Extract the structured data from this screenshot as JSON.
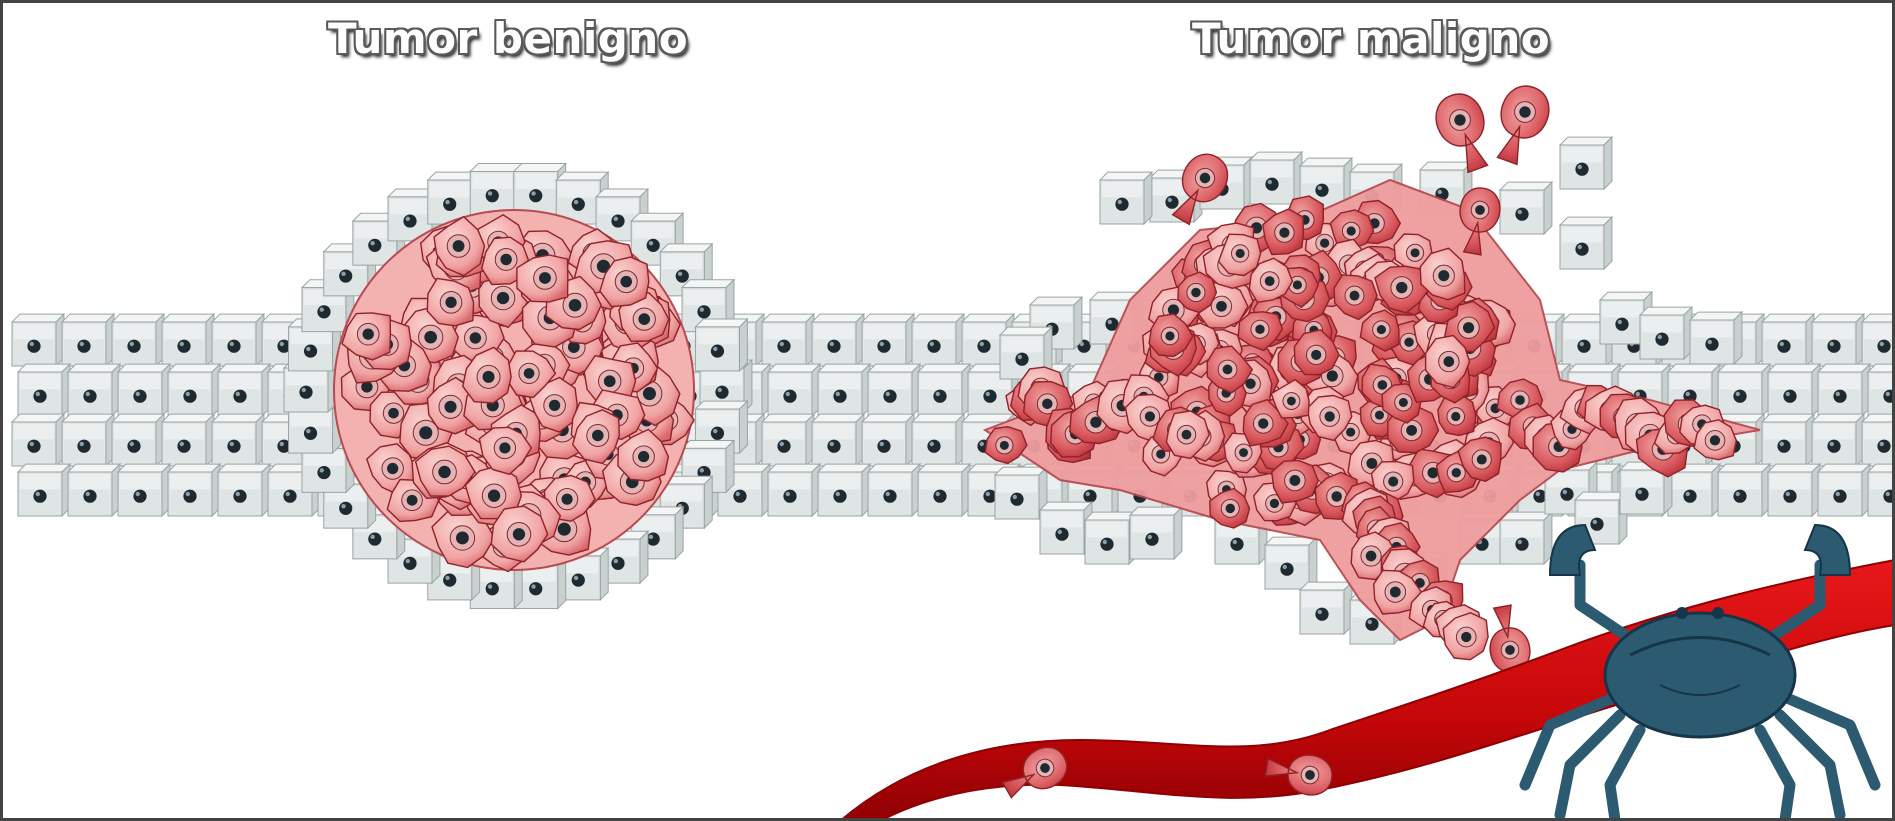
{
  "labels": {
    "benign": "Tumor benigno",
    "malignant": "Tumor maligno"
  },
  "colors": {
    "normal_cell_top": "#f4f6f6",
    "normal_cell_face": "#dfe4e4",
    "normal_cell_edge": "#9aa3a3",
    "nucleus": "#1f2a30",
    "tumor_cell_fill": "#f2aaa8",
    "tumor_cell_dark": "#c8474c",
    "tumor_cell_edge": "#8e2228",
    "blood_vessel": "#c8070a",
    "blood_vessel_dark": "#8f0004",
    "crab": "#2c5a70",
    "crab_dark": "#163548",
    "frame": "#444444"
  },
  "icons": {
    "crab": "crab-icon",
    "blood_vessel": "blood-vessel-shape"
  }
}
